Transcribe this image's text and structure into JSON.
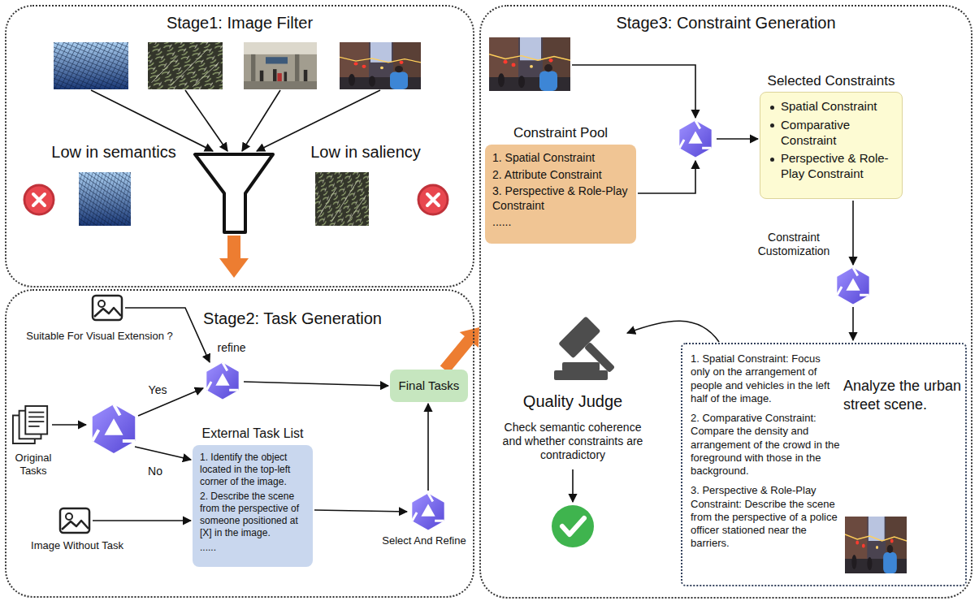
{
  "diagram": {
    "nodes": [
      {
        "text": [
          "Stage1: Image Filter"
        ]
      },
      {
        "text": [
          "Stage2: Task Generation"
        ]
      },
      {
        "text": [
          "External Task List",
          "1. Identify the object located in the top-left corner of the image.",
          "2. Describe the scene from the perspective of someone positioned at [X] in the image.",
          "......"
        ],
        "in": 1
      },
      {
        "text": [
          "Final Tasks"
        ],
        "in": 1
      },
      {
        "text": [
          "Stage3: Constraint Generation"
        ]
      },
      {
        "text": [
          "Constraint Pool",
          "1. Spatial Constraint",
          "2. Attribute Constraint",
          "3. Perspective & Role-Play Constraint",
          "......"
        ],
        "in": 4
      },
      {
        "text": [
          "Selected Constraints",
          "Spatial Constraint",
          "Comparative Constraint",
          "Perspective & Role-Play Constraint"
        ],
        "in": 4
      },
      {
        "text": [
          "1. Spatial Constraint: Focus only on the arrangement of people and vehicles in the left half of the image.",
          "2. Comparative Constraint: Compare the density and arrangement of the crowd in the foreground with those in the background.",
          "3. Perspective & Role-Play Constraint: Describe the scene from the perspective of a police officer stationed near the barriers.",
          "Analyze the urban street scene."
        ],
        "in": 4
      }
    ],
    "edges": [
      {
        "from": 3,
        "to": 4,
        "arrow": "to"
      }
    ],
    "labels": [
      "Low in semantics",
      "Low in saliency",
      "Suitable For Visual Extension ?",
      "refine",
      "Yes",
      "Original Tasks",
      "No",
      "Image Without Task",
      "Select And Refine",
      "Constraint Customization",
      "Quality Judge",
      "Check semantic coherence and whether constraints are contradictory"
    ]
  }
}
